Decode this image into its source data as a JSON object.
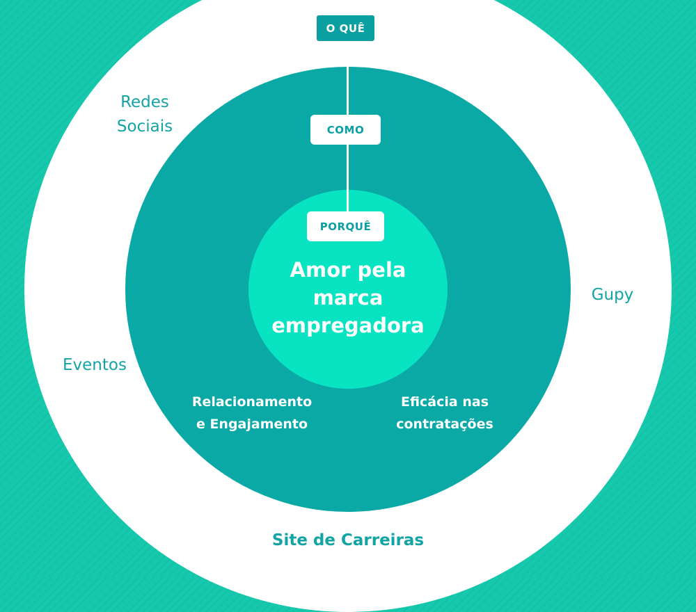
{
  "colors": {
    "background": "#16c9ad",
    "outer_ring": "#ffffff",
    "middle_ring": "#0aa9a6",
    "core": "#08e3c1",
    "outer_text": "#15a4a4"
  },
  "tags": {
    "o_que": "O QUÊ",
    "como": "COMO",
    "porque": "PORQUÊ"
  },
  "core": {
    "text": "Amor pela marca empregadora"
  },
  "middle": {
    "left": "Relacionamento\ne Engajamento",
    "right": "Eficácia nas\ncontratações"
  },
  "outer": {
    "redes_sociais": "Redes\nSociais",
    "eventos": "Eventos",
    "gupy": "Gupy",
    "site_carreiras": "Site de Carreiras"
  }
}
